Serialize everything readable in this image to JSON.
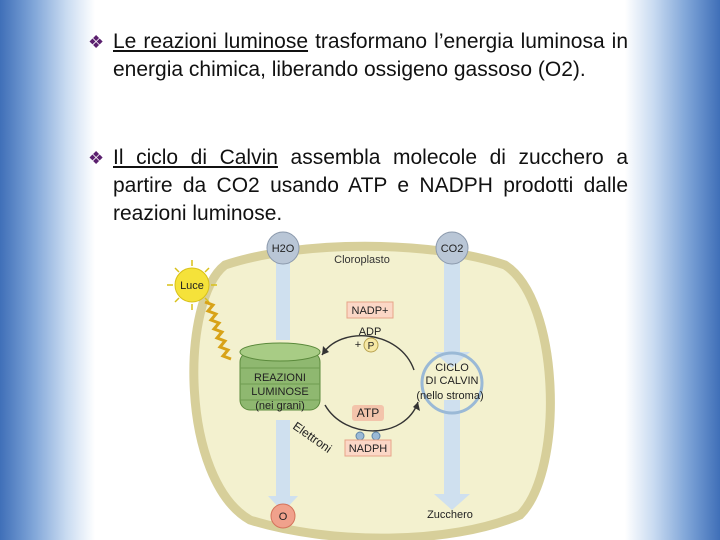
{
  "bullets": [
    {
      "marker": "❖",
      "underlined": "Le reazioni luminose",
      "rest": " trasformano l’energia luminosa in energia chimica, liberando ossigeno gassoso (O2)."
    },
    {
      "marker": "❖",
      "underlined": "Il ciclo di Calvin",
      "rest": " assembla molecole di zucchero a partire da CO2 usando ATP e NADPH prodotti dalle reazioni luminose."
    }
  ],
  "diagram": {
    "h2o": "H2O",
    "co2": "CO2",
    "chloroplast": "Cloroplasto",
    "light": "Luce",
    "nadp": "NADP+",
    "adp": "ADP",
    "plus_p": "+",
    "p": "P",
    "light_reactions": [
      "REAZIONI",
      "LUMINOSE",
      "(nei grani)"
    ],
    "calvin": [
      "CICLO",
      "DI CALVIN",
      "(nello stroma)"
    ],
    "atp": "ATP",
    "nadph": "NADPH",
    "electrons": "Elettroni",
    "o2": "O",
    "sugar": "Zucchero"
  },
  "colors": {
    "edge_blue": "#3f6fb8",
    "bullet_mark": "#5a1f6e",
    "stroma": "#f3f1cf",
    "membrane": "#d7cf9a",
    "thylakoid": "#8fb870",
    "light_arrow": "#d8a318",
    "atp_ring": "#f3b9a1",
    "flow_arrow": "#cfe0ef"
  }
}
